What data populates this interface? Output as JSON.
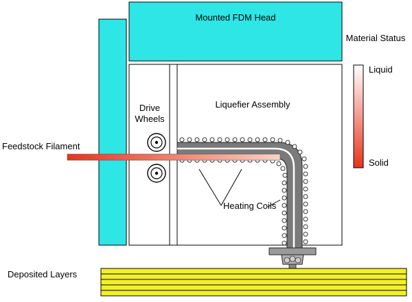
{
  "labels": {
    "head": "Mounted FDM Head",
    "material_status": "Material Status",
    "liquid": "Liquid",
    "solid": "Solid",
    "drive_wheels_line1": "Drive",
    "drive_wheels_line2": "Wheels",
    "liquefier": "Liquefier Assembly",
    "feedstock": "Feedstock Filament",
    "heating_coils": "Heating Coils",
    "deposited_layers": "Deposited Layers"
  },
  "colors": {
    "cyan": "#2ee6e6",
    "filament_hot": "#e8341c",
    "filament_cool": "#f7c9b4",
    "tube_gray": "#7a7a7a",
    "layer_yellow": "#f3f02a"
  },
  "layers_count": 5
}
